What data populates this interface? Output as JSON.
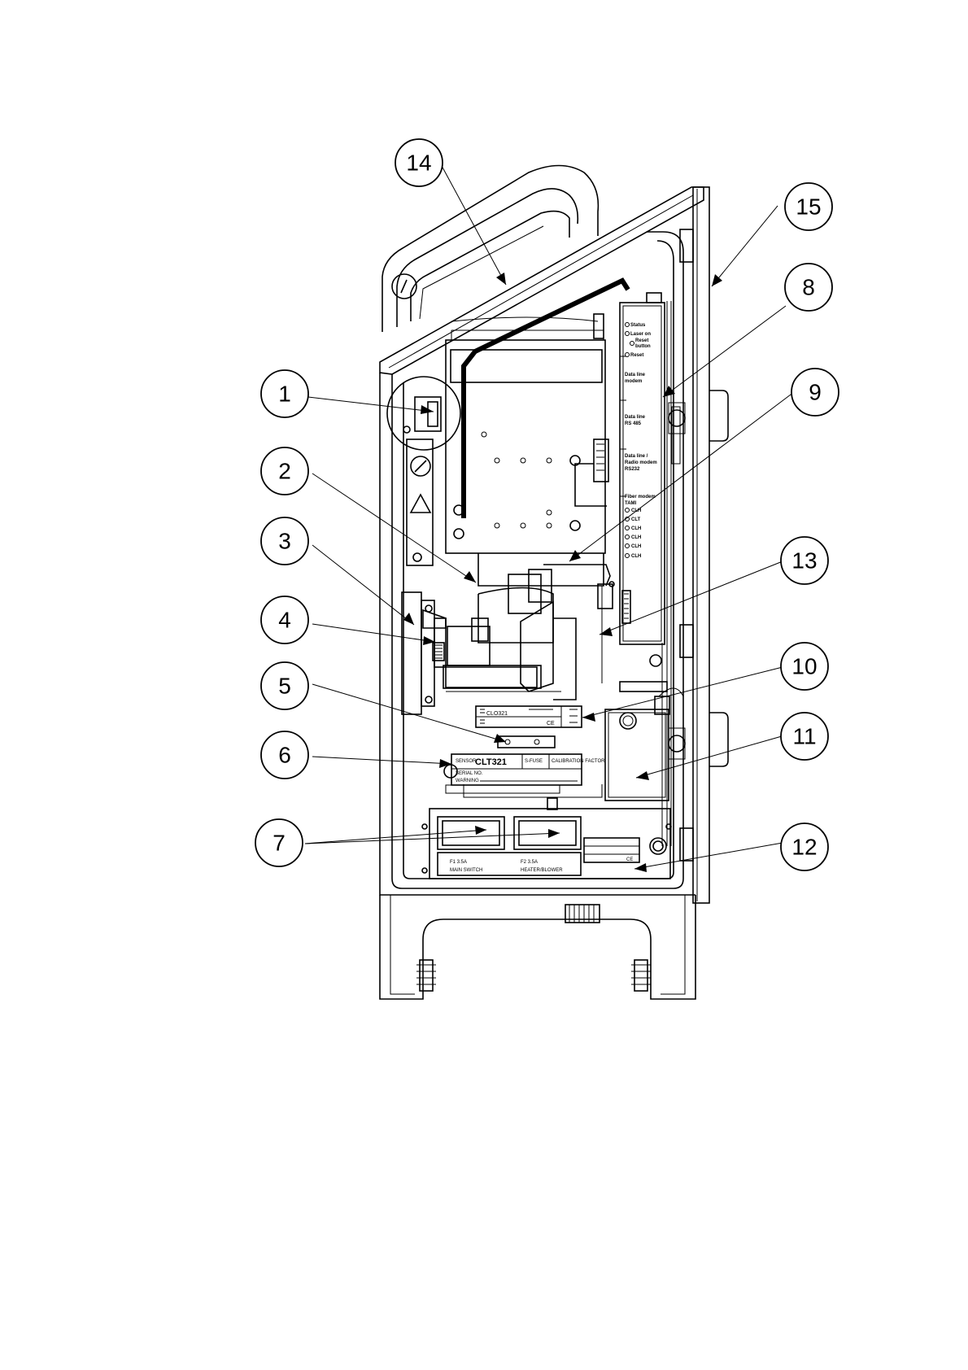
{
  "callouts": [
    "1",
    "2",
    "3",
    "4",
    "5",
    "6",
    "7",
    "8",
    "9",
    "10",
    "11",
    "12",
    "13",
    "14",
    "15"
  ],
  "panel_labels": {
    "status": "Status",
    "laser_on": "Laser on",
    "reset_button_1": "Reset",
    "reset_button_2": "button",
    "reset": "Reset",
    "data_line_modem_1": "Data line",
    "data_line_modem_2": "modem",
    "data_line_rs485_1": "Data line",
    "data_line_rs485_2": "RS 485",
    "data_line_radio_1": "Data line /",
    "data_line_radio_2": "Radio modem",
    "data_line_radio_3": "RS232",
    "fiber_modem_1": "Fiber modem",
    "fiber_modem_2": "TAMI",
    "clh": [
      "CLH",
      "CLT",
      "CLH",
      "CLH",
      "CLH",
      "CLH"
    ]
  },
  "sensor_label": {
    "model": "CLT321",
    "prefix": "SENSOR",
    "serial": "SERIAL NO.",
    "warning": "WARNING",
    "fuse": "S-FUSE",
    "calibration": "CALIBRATION FACTOR"
  },
  "modem_label": {
    "model": "CLO321",
    "ce": "CE"
  },
  "fuses": {
    "f1": "F1 3.5A",
    "f1_desc": "MAIN SWITCH",
    "f2": "F2 3.5A",
    "f2_desc": "HEATER/BLOWER"
  },
  "type_plate": {
    "ce": "CE"
  }
}
